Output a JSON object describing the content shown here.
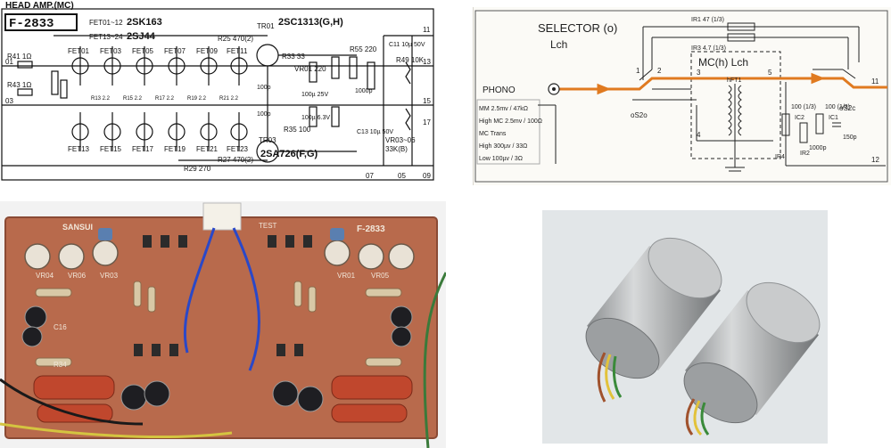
{
  "head_amp": {
    "title": "HEAD AMP.(MC)",
    "board_id": "F-2833",
    "fet_a_ref": "FET01~12",
    "fet_a_type": "2SK163",
    "fet_b_ref": "FET13~24",
    "fet_b_type": "2SJ44",
    "tr01_label": "TR01",
    "tr01_type": "2SC1313(G,H)",
    "tr03_label": "TR03",
    "tr03_type": "2SA726(F,G)",
    "r25": "R25 470(2)",
    "r27": "R27 470(2)",
    "r29": "R29 270",
    "r33": "R33 33",
    "r35": "R35 100",
    "vr01": "VR01 220",
    "r55": "R55 220",
    "r41": "R41 1Ω",
    "r43": "R43 1Ω",
    "r49": "R49 10K",
    "vr03": "VR03~06",
    "vr03_val": "33K(B)",
    "c11": "C11 10µ 50V",
    "c13": "C13 10µ 50V",
    "fet_top": [
      "FET01",
      "FET03",
      "FET05",
      "FET07",
      "FET09",
      "FET11"
    ],
    "fet_bottom": [
      "FET13",
      "FET15",
      "FET17",
      "FET19",
      "FET21",
      "FET23"
    ],
    "r_column": [
      "R13 2.2",
      "R15 2.2",
      "R17 2.2",
      "R19 2.2",
      "R21 2.2"
    ],
    "cap_labels": [
      "100p",
      "100µ 25V",
      "100µ 6.3V",
      "1000p",
      "100p"
    ],
    "nodes": [
      "01",
      "03",
      "11",
      "13",
      "15",
      "17",
      "07",
      "05",
      "09"
    ]
  },
  "selector": {
    "title": "SELECTOR (o)",
    "channel": "Lch",
    "mc_box": "MC(h) Lch",
    "phono": "PHONO",
    "r1": "IR1 47 (1/3)",
    "r3": "IR3 4.7 (1/3)",
    "mode_lines": [
      "MM 2.5mv / 47kΩ",
      "High MC 2.5mv / 100Ω",
      "MC Trans",
      "High 300µv / 33Ω",
      "Low 100µv / 3Ω"
    ],
    "switch_left": "oS2o",
    "switch_right": "oS2c",
    "hft": "hFT1",
    "ir4": "IR4",
    "ic2": "IC2",
    "ir2": "IR2",
    "ic1": "IC1",
    "r_val_a": "100 (1/3)",
    "r_val_b": "100 (1/3)",
    "c_val_a": "1000p",
    "c_val_b": "150p",
    "pins": [
      "1",
      "2",
      "3",
      "4",
      "5",
      "11",
      "12"
    ],
    "signal_color": "#e07a20"
  },
  "pcb": {
    "board_id": "F-2833",
    "brand": "SANSUI",
    "labels": [
      "VR04",
      "VR06",
      "VR03",
      "VR01",
      "VR05",
      "C16",
      "R34",
      "TEST"
    ],
    "board_color": "#b86a4c"
  },
  "transformers": {
    "body_color": "#a7a9aa"
  }
}
